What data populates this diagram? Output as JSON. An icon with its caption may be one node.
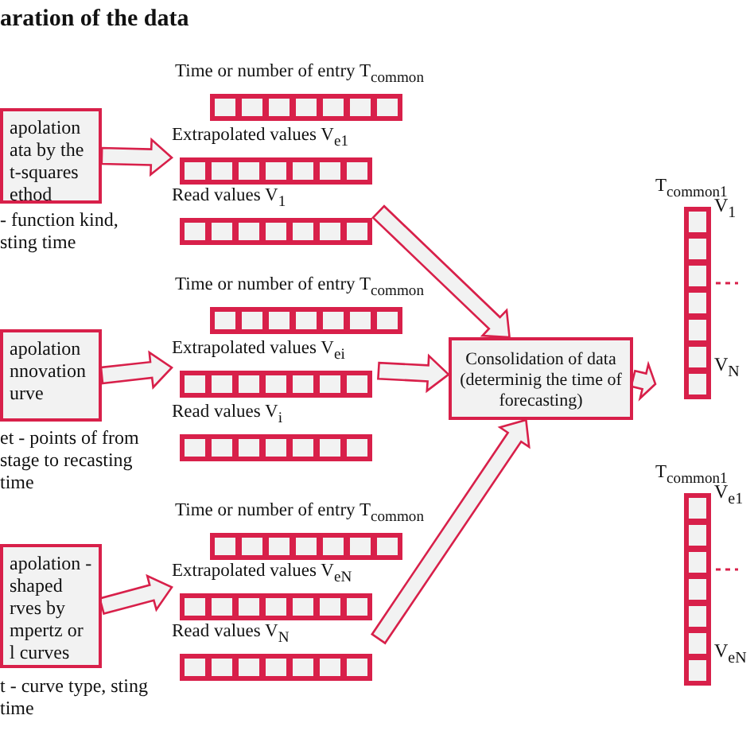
{
  "diagram": {
    "title": "aration of the data",
    "nodes": [
      {
        "text": [
          "apolation ata by the t-squares ethod"
        ],
        "beside": [
          "- function kind, sting time"
        ]
      },
      {
        "text": [
          "Time or number of entry T$_{common}$"
        ]
      },
      {
        "text": [
          "Extrapolated values V$_{e1}$"
        ]
      },
      {
        "text": [
          "Read values V$_{1}$"
        ]
      },
      {
        "text": [
          "T$_{common1}$"
        ],
        "beside": [
          "V$_{1}$",
          "V$_{N}$"
        ]
      },
      {
        "text": [
          "apolation nnovation urve"
        ],
        "beside": [
          "et - points of from stage to recasting time"
        ]
      },
      {
        "text": [
          "Time or number of entry T$_{common}$"
        ]
      },
      {
        "text": [
          "Extrapolated values V$_{ei}$"
        ]
      },
      {
        "text": [
          "Read values V$_{i}$"
        ]
      },
      {
        "text": [
          "Consolidation of data (determinig the time of forecasting)"
        ]
      },
      {
        "text": [
          "apolation -shaped rves by mpertz or l curves"
        ],
        "beside": [
          "t - curve type, sting time"
        ]
      },
      {
        "text": [
          "Time or number of entry T$_{common}$"
        ]
      },
      {
        "text": [
          "Extrapolated values V$_{eN}$"
        ]
      },
      {
        "text": [
          "Read values V$_{N}$"
        ]
      },
      {
        "text": [
          "T$_{common1}$"
        ],
        "beside": [
          "V$_{e1}$",
          "V$_{eN}$"
        ]
      }
    ],
    "edges": [
      {
        "from": 0,
        "to": 2,
        "arrow": "to"
      },
      {
        "from": 5,
        "to": 7,
        "arrow": "to"
      },
      {
        "from": 10,
        "to": 12,
        "arrow": "to"
      },
      {
        "from": 3,
        "to": 9,
        "arrow": "to"
      },
      {
        "from": 7,
        "to": 9,
        "arrow": "to"
      },
      {
        "from": 13,
        "to": 9,
        "arrow": "to"
      },
      {
        "from": 9,
        "to": 4,
        "arrow": "to"
      }
    ]
  }
}
